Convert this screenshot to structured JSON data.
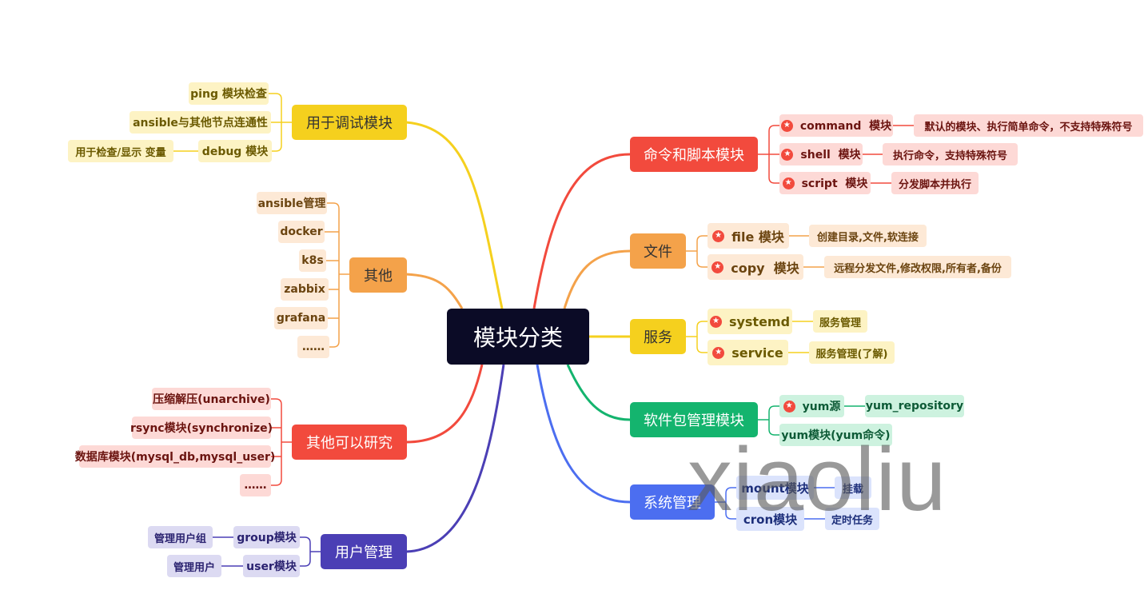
{
  "root": {
    "label": "模块分类"
  },
  "branches": {
    "debug": {
      "label": "用于调试模块",
      "color": "#f5d01e"
    },
    "other": {
      "label": "其他",
      "color": "#f4a24a"
    },
    "research": {
      "label": "其他可以研究",
      "color": "#f24a3d"
    },
    "user": {
      "label": "用户管理",
      "color": "#4b3fb5"
    },
    "cmd": {
      "label": "命令和脚本模块",
      "color": "#f24a3d"
    },
    "file": {
      "label": "文件",
      "color": "#f4a24a"
    },
    "service": {
      "label": "服务",
      "color": "#f5d01e"
    },
    "pkg": {
      "label": "软件包管理模块",
      "color": "#14b46e"
    },
    "sys": {
      "label": "系统管理",
      "color": "#4c6ef0"
    }
  },
  "debug_items": [
    {
      "label": "ping 模块检查"
    },
    {
      "label": "ansible与其他节点连通性"
    },
    {
      "label": "debug 模块",
      "note": "用于检查/显示 变量"
    }
  ],
  "other_items": [
    "ansible管理",
    "docker",
    "k8s",
    "zabbix",
    "grafana",
    "……"
  ],
  "research_items": [
    "压缩解压(unarchive)",
    "rsync模块(synchronize)",
    "数据库模块(mysql_db,mysql_user)",
    "……"
  ],
  "user_items": [
    {
      "label": "group模块",
      "note": "管理用户组"
    },
    {
      "label": "user模块",
      "note": "管理用户"
    }
  ],
  "cmd_items": [
    {
      "label": "command  模块",
      "note": "默认的模块、执行简单命令，不支持特殊符号"
    },
    {
      "label": "shell  模块",
      "note": "执行命令，支持特殊符号"
    },
    {
      "label": "script  模块",
      "note": "分发脚本并执行"
    }
  ],
  "file_items": [
    {
      "label": "file 模块",
      "note": "创建目录,文件,软连接"
    },
    {
      "label": "copy  模块",
      "note": "远程分发文件,修改权限,所有者,备份"
    }
  ],
  "service_items": [
    {
      "label": "systemd",
      "note": "服务管理"
    },
    {
      "label": "service",
      "note": "服务管理(了解)"
    }
  ],
  "pkg_items": [
    {
      "label": "yum源",
      "note": "yum_repository"
    },
    {
      "label": "yum模块(yum命令)"
    }
  ],
  "sys_items": [
    {
      "label": "mount模块",
      "note": "挂载"
    },
    {
      "label": "cron模块",
      "note": "定时任务"
    }
  ],
  "watermark": "xiaoliu"
}
